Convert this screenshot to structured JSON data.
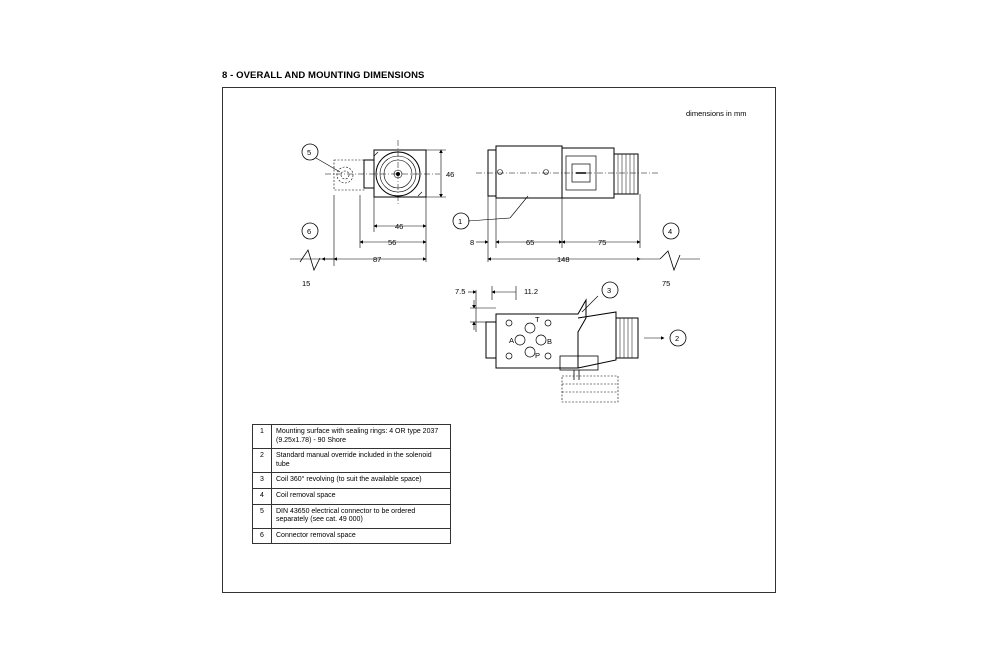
{
  "section_title": "8 - OVERALL AND MOUNTING DIMENSIONS",
  "units_note": "dimensions in mm",
  "dimensions": {
    "front_height": "46",
    "front_width": "46",
    "front_to_connector": "56",
    "front_overall": "87",
    "connector_removal_left": "15",
    "side_offset": "8",
    "side_body": "65",
    "side_coil": "75",
    "side_overall": "148",
    "coil_removal_right": "75",
    "bottom_offset_a": "7.5",
    "bottom_offset_b": "11.2"
  },
  "callouts": [
    "1",
    "2",
    "3",
    "4",
    "5",
    "6"
  ],
  "port_labels": [
    "T",
    "A",
    "B",
    "P"
  ],
  "legend": [
    {
      "num": "1",
      "text": "Mounting surface with sealing rings: 4 OR type 2037 (9.25x1.78) - 90 Shore"
    },
    {
      "num": "2",
      "text": "Standard manual override included in the solenoid tube"
    },
    {
      "num": "3",
      "text": "Coil 360° revolving (to suit the available space)"
    },
    {
      "num": "4",
      "text": "Coil removal space"
    },
    {
      "num": "5",
      "text": "DIN 43650 electrical connector to be ordered separately (see cat. 49 000)"
    },
    {
      "num": "6",
      "text": "Connector removal space"
    }
  ]
}
